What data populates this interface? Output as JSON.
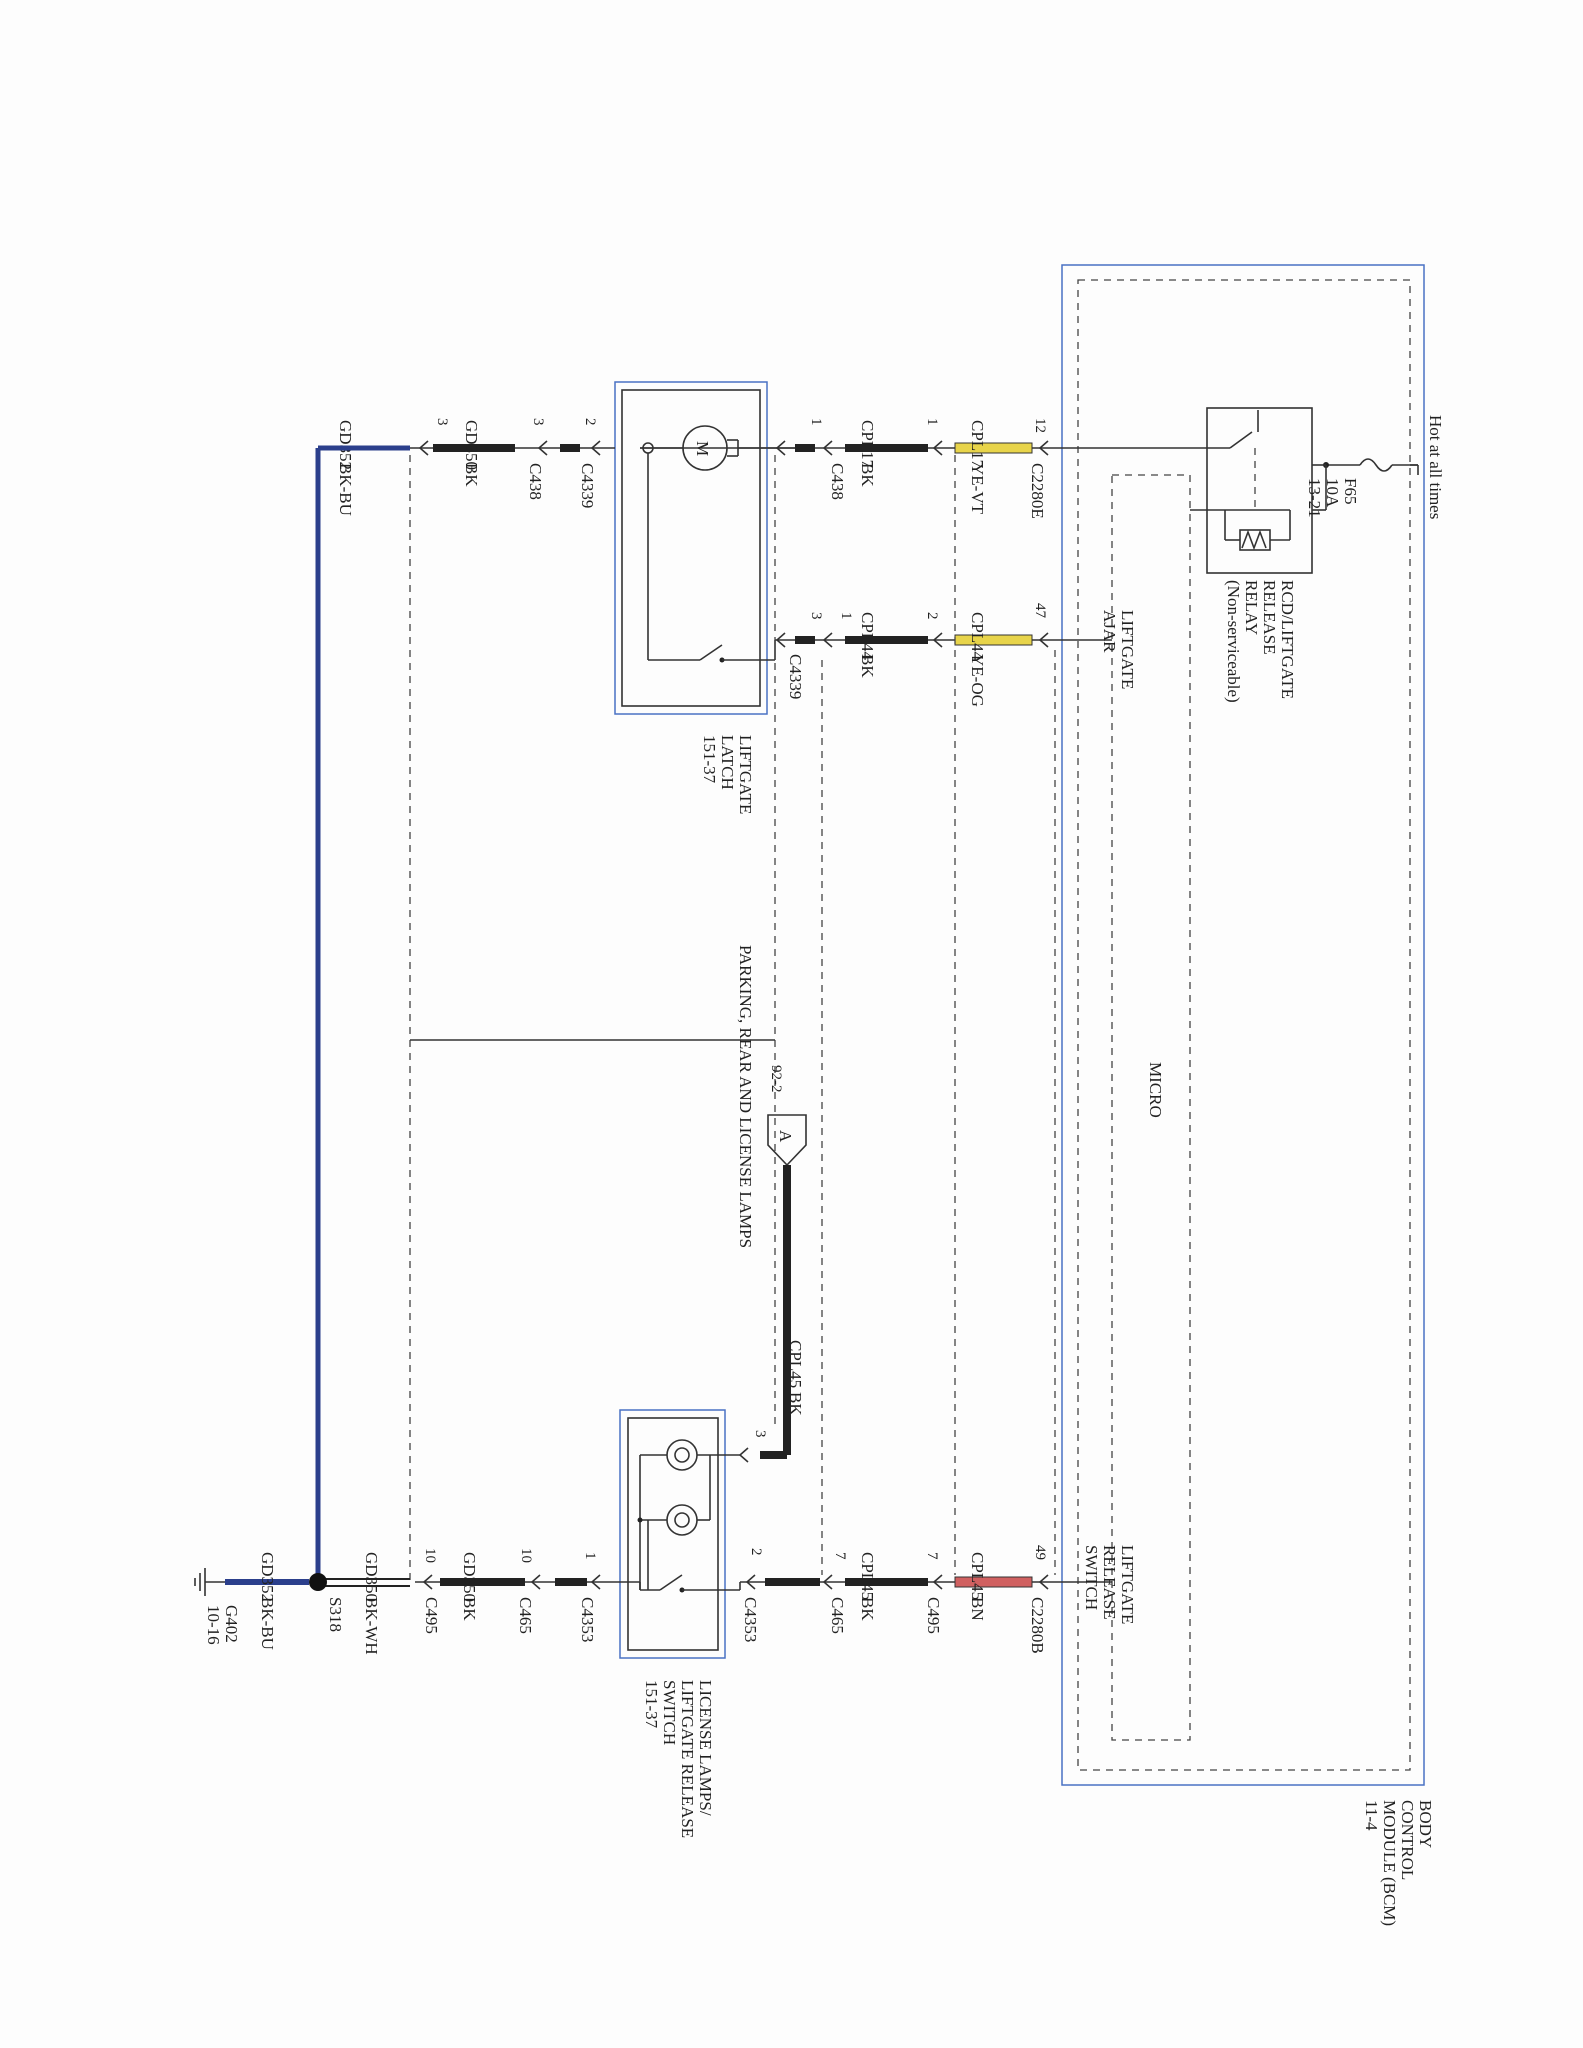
{
  "colors": {
    "wire": "#222222",
    "module_border": "#4a72c4",
    "ye_vt": "#e8d44a",
    "ye_og": "#e8d44a",
    "bn": "#d06060",
    "bk_bu": "#2b3f8c"
  },
  "power": {
    "label": "Hot at all times"
  },
  "fuse": {
    "id": "F65",
    "rating": "10A",
    "ref": "13-21"
  },
  "relay": {
    "lines": [
      "RCD/LIFTGATE",
      "RELEASE",
      "RELAY",
      "(Non-serviceable)"
    ]
  },
  "bcm": {
    "lines": [
      "BODY",
      "CONTROL",
      "MODULE (BCM)",
      "11-4"
    ]
  },
  "micro": {
    "label": "MICRO"
  },
  "liftgate_ajar": {
    "lines": [
      "LIFTGATE",
      "AJAR"
    ]
  },
  "liftgate_release_switch": {
    "lines": [
      "LIFTGATE",
      "RELEASE",
      "SWITCH"
    ]
  },
  "latch": {
    "lines": [
      "LIFTGATE",
      "LATCH",
      "151-37"
    ],
    "motor": "M"
  },
  "license_switch": {
    "lines": [
      "LICENSE LAMPS/",
      "LIFTGATE RELEASE",
      "SWITCH",
      "151-37"
    ]
  },
  "parking": {
    "label": "PARKING, REAR AND LICENSE LAMPS",
    "ref": "92-2",
    "connector": "A"
  },
  "circuits": {
    "row1": {
      "pin_c2280e": "12",
      "c2280e": "C2280E",
      "cpl17_color1": "CPL17",
      "ye_vt": "YE-VT",
      "pin_c438a": "1",
      "cpl17_color2": "CPL17",
      "bk": "BK",
      "pin_c438b": "1",
      "c438": "C438"
    },
    "row2": {
      "pin_47": "47",
      "cpl44_a": "CPL44",
      "ye_og": "YE-OG",
      "pin_2": "2",
      "cpl44_b": "CPL44",
      "bk": "BK",
      "pin_1": "1",
      "pin_3": "3",
      "c4339": "C4339"
    },
    "ground_left": {
      "pin_c4339": "2",
      "c4339": "C4339",
      "pin_c438": "3",
      "c438": "C438",
      "pin_3": "3",
      "gd350": "GD350",
      "bk": "BK",
      "gd352": "GD352",
      "bk_bu": "BK-BU"
    },
    "row3": {
      "pin_49": "49",
      "c2280b": "C2280B",
      "cpl45_a": "CPL45",
      "bn": "BN",
      "pin_7a": "7",
      "c495": "C495",
      "cpl45_b": "CPL45",
      "bk": "BK",
      "pin_7b": "7",
      "c465": "C465",
      "pin_2": "2",
      "c4353": "C4353"
    },
    "cpl45_vertical": {
      "name": "CPL45",
      "color": "BK",
      "pin": "3"
    },
    "ground_right": {
      "pin_1": "1",
      "c4353": "C4353",
      "pin_10a": "10",
      "c465": "C465",
      "gd350": "GD350",
      "bk": "BK",
      "pin_10b": "10",
      "c495": "C495",
      "gd350_b": "GD350",
      "bk_wh": "BK-WH",
      "splice": "S318",
      "gd352": "GD352",
      "bk_bu": "BK-BU",
      "ground": "G402",
      "ground_ref": "10-16"
    }
  }
}
